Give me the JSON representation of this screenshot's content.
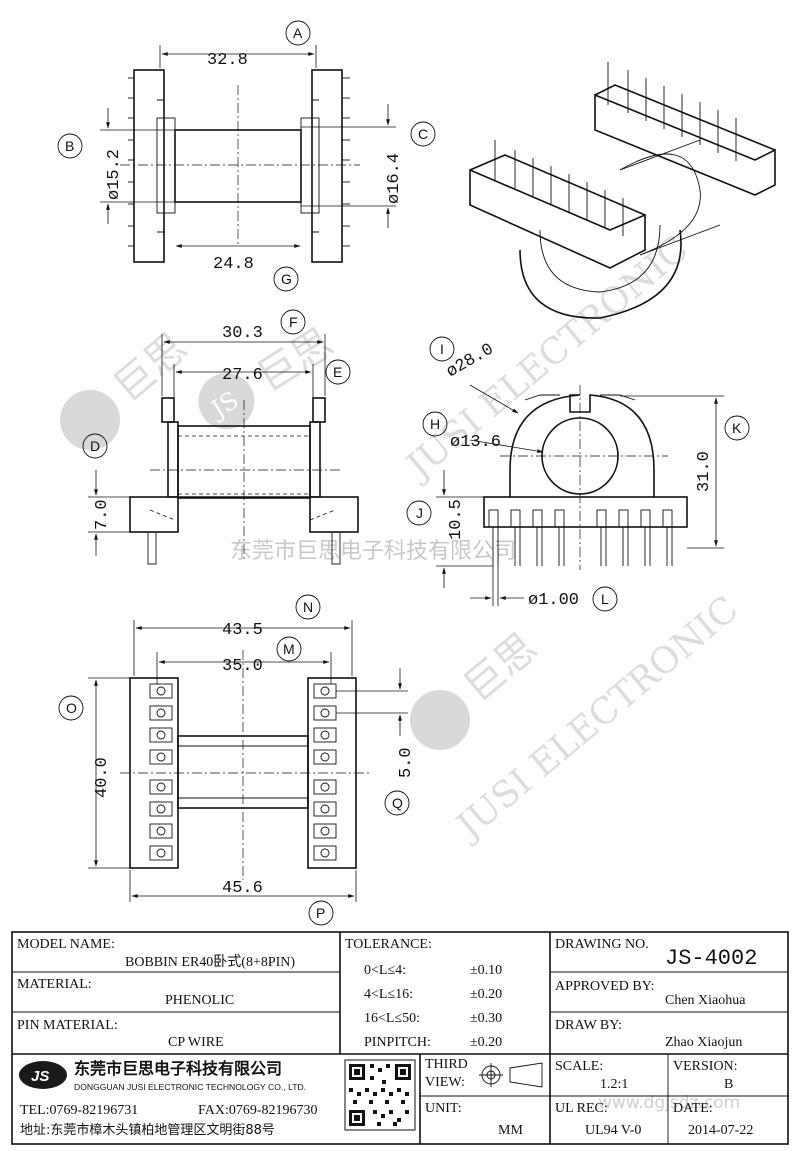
{
  "views": {
    "top": {
      "dims": {
        "a": "32.8",
        "b": "ø15.2",
        "c": "ø16.4",
        "g": "24.8"
      }
    },
    "side": {
      "dims": {
        "f": "30.3",
        "e": "27.6",
        "d": "7.0"
      }
    },
    "front": {
      "dims": {
        "i": "ø28.0",
        "h": "ø13.6",
        "k": "31.0",
        "j": "10.5",
        "l": "ø1.00"
      }
    },
    "bottom": {
      "dims": {
        "n": "43.5",
        "m": "35.0",
        "o": "40.0",
        "q": "5.0",
        "p": "45.6"
      }
    }
  },
  "callouts": [
    "A",
    "B",
    "C",
    "D",
    "E",
    "F",
    "G",
    "H",
    "I",
    "J",
    "K",
    "L",
    "M",
    "N",
    "O",
    "P",
    "Q"
  ],
  "watermarks": {
    "company_cn": "东莞市巨思电子科技有限公司",
    "logo": "JS",
    "brand_cn": "巨思",
    "brand_en": "JUSI ELECTRONIC",
    "site": "www.dgjsdz.com"
  },
  "title_block": {
    "model_name_label": "MODEL NAME:",
    "model_name": "BOBBIN ER40卧式(8+8PIN)",
    "material_label": "MATERIAL:",
    "material": "PHENOLIC",
    "pin_material_label": "PIN MATERIAL:",
    "pin_material": "CP WIRE",
    "tolerance_label": "TOLERANCE:",
    "tolerance_rows": [
      {
        "range": "0<L≤4:",
        "value": "±0.10"
      },
      {
        "range": "4<L≤16:",
        "value": "±0.20"
      },
      {
        "range": "16<L≤50:",
        "value": "±0.30"
      },
      {
        "range": "PINPITCH:",
        "value": "±0.20"
      }
    ],
    "third_view_label_1": "THIRD",
    "third_view_label_2": "VIEW:",
    "unit_label": "UNIT:",
    "unit": "MM",
    "drawing_no_label": "DRAWING NO.",
    "drawing_no": "JS-4002",
    "approved_by_label": "APPROVED BY:",
    "approved_by": "Chen Xiaohua",
    "draw_by_label": "DRAW BY:",
    "draw_by": "Zhao Xiaojun",
    "scale_label": "SCALE:",
    "scale": "1.2:1",
    "version_label": "VERSION:",
    "version": "B",
    "ul_rec_label": "UL REC:",
    "ul_rec": "UL94 V-0",
    "date_label": "DATE:",
    "date": "2014-07-22",
    "company_cn": "东莞市巨思电子科技有限公司",
    "company_en": "DONGGUAN JUSI ELECTRONIC TECHNOLOGY CO., LTD.",
    "tel": "TEL:0769-82196731",
    "fax": "FAX:0769-82196730",
    "address": "地址:东莞市樟木头镇柏地管理区文明街88号",
    "logo_text": "JS"
  }
}
